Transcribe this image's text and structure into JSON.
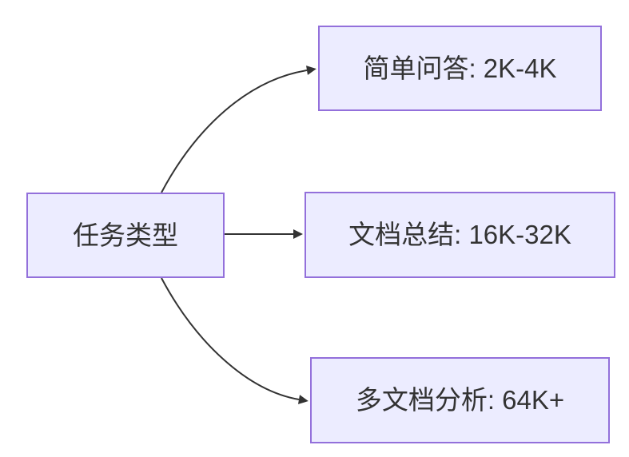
{
  "diagram": {
    "type": "flowchart-left-to-right",
    "colors": {
      "background": "#ffffff",
      "node-fill": "#ECECFF",
      "node-border": "#9370DB",
      "arrow": "#333333",
      "text": "#333333"
    },
    "root": {
      "label": "任务类型"
    },
    "children": [
      {
        "label": "简单问答: 2K-4K"
      },
      {
        "label": "文档总结: 16K-32K"
      },
      {
        "label": "多文档分析: 64K+"
      }
    ]
  }
}
